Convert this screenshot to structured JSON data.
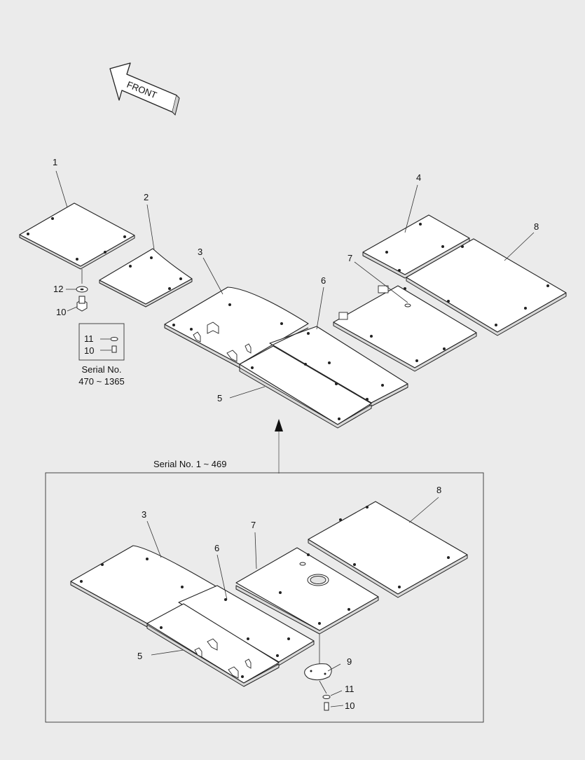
{
  "front_arrow": {
    "label": "FRONT"
  },
  "callouts": {
    "p1": "1",
    "p2": "2",
    "p3": "3",
    "p4": "4",
    "p5": "5",
    "p6": "6",
    "p7": "7",
    "p8": "8",
    "p10": "10",
    "p12": "12",
    "inset_11": "11",
    "inset_10": "10",
    "b3": "3",
    "b5": "5",
    "b6": "6",
    "b7": "7",
    "b8": "8",
    "b9": "9",
    "b10": "10",
    "b11": "11"
  },
  "inset_serial": {
    "line1": "Serial No.",
    "line2": "470 ~ 1365"
  },
  "lower_box": {
    "label": "Serial No. 1 ~ 469"
  }
}
